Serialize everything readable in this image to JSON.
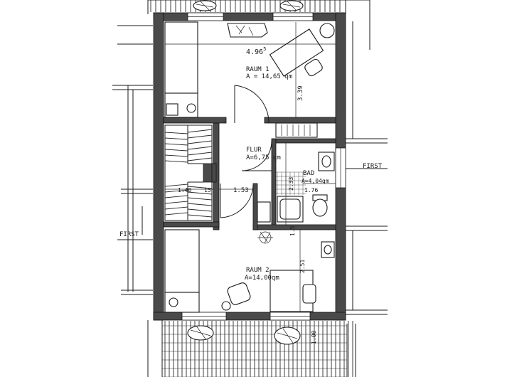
{
  "rooms": {
    "raum1": {
      "name": "RAUM 1",
      "area": "A = 14,65 qm"
    },
    "flur": {
      "name": "FLUR",
      "area": "A=6,75 qm"
    },
    "bad": {
      "name": "BAD",
      "area": "A=4,04qm"
    },
    "raum2": {
      "name": "RAUM 2",
      "area": "A=14,00qm"
    }
  },
  "dimensions": {
    "raum1_width": "4.96",
    "raum1_width_sup": "5",
    "raum1_depth": "3.39",
    "flur_width": "1.53",
    "stair_width": "1.40",
    "stair_small": "15",
    "bad_depth": "2.33",
    "bad_width": "1.76",
    "small_15": "1.5",
    "raum2_depth": "2.51",
    "bottom_100": "1.00"
  },
  "labels": {
    "first_right": "FIRST",
    "first_left": "FIRST"
  }
}
